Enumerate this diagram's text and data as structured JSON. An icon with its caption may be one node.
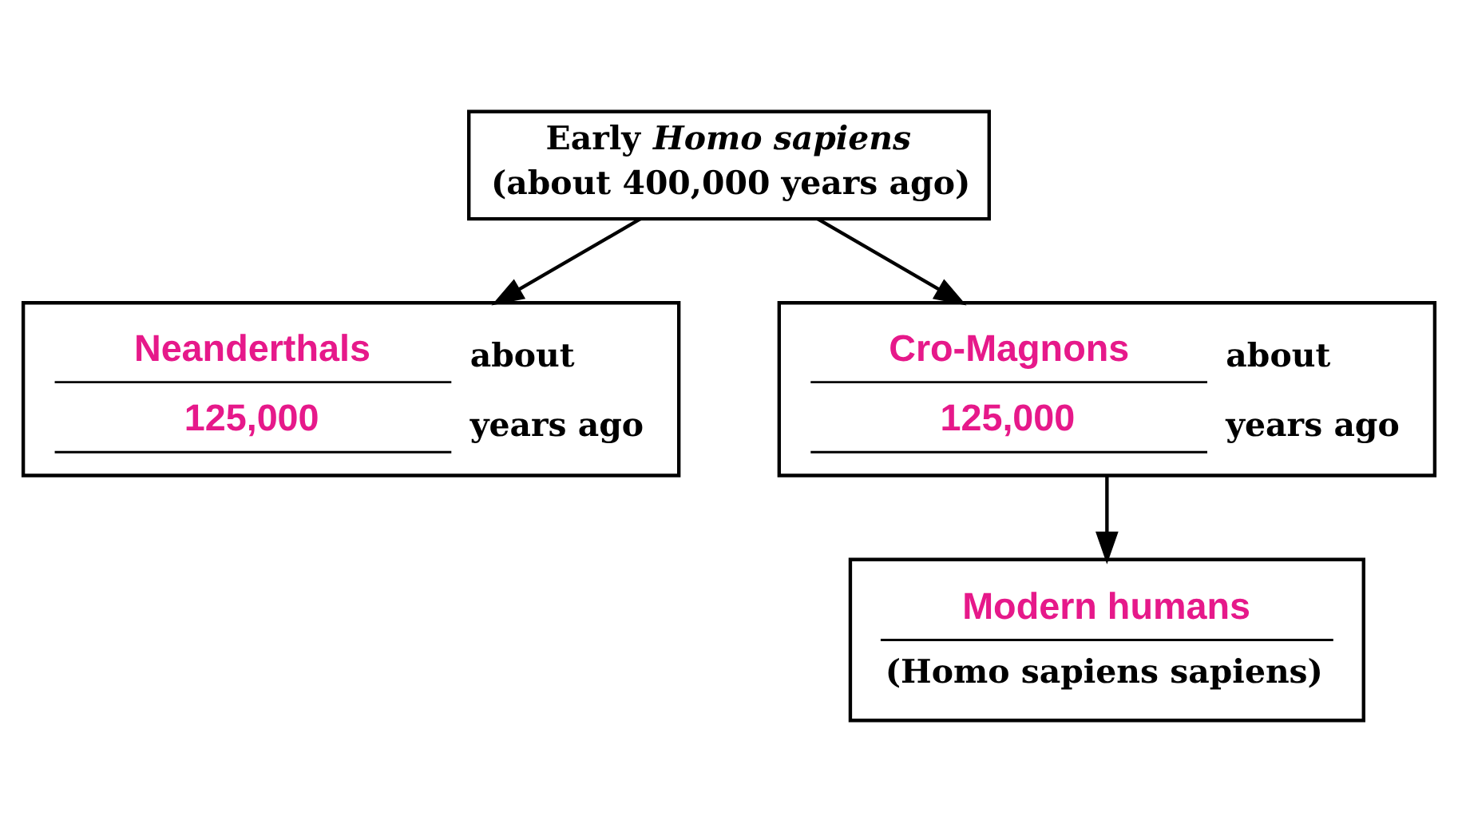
{
  "diagram": {
    "nodes": [
      {
        "text": [
          "Early *Homo sapiens* (about 400,000 years ago)"
        ]
      },
      {
        "text": [
          "Neanderthals",
          "about",
          "125,000",
          "years ago"
        ]
      },
      {
        "text": [
          "Cro-Magnons",
          "about",
          "125,000",
          "years ago"
        ]
      },
      {
        "text": [
          "Modern humans",
          "(Homo sapiens sapiens)"
        ]
      }
    ],
    "edges": [
      {
        "from": 0,
        "to": 1,
        "arrow": "to"
      },
      {
        "from": 0,
        "to": 2,
        "arrow": "to"
      },
      {
        "from": 2,
        "to": 3,
        "arrow": "to"
      }
    ]
  }
}
